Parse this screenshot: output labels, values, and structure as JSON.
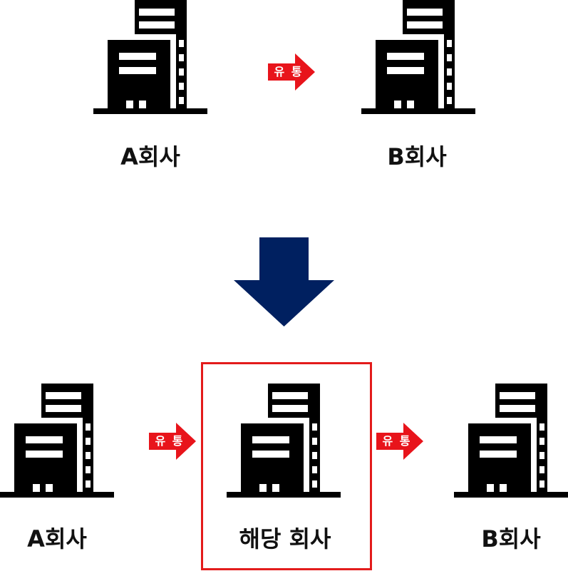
{
  "top_row": {
    "company_a": "A회사",
    "company_b": "B회사",
    "flow_label": "유 통"
  },
  "bottom_row": {
    "company_a": "A회사",
    "target_company": "해당 회사",
    "company_b": "B회사",
    "flow_label_left": "유 통",
    "flow_label_right": "유 통"
  },
  "colors": {
    "building": "#000000",
    "flow_arrow": "#e8141b",
    "big_arrow": "#002060",
    "highlight_border": "#e31b1b"
  },
  "icons": {
    "building": "building-icon",
    "flow": "right-arrow-icon",
    "transition": "down-arrow-icon"
  }
}
